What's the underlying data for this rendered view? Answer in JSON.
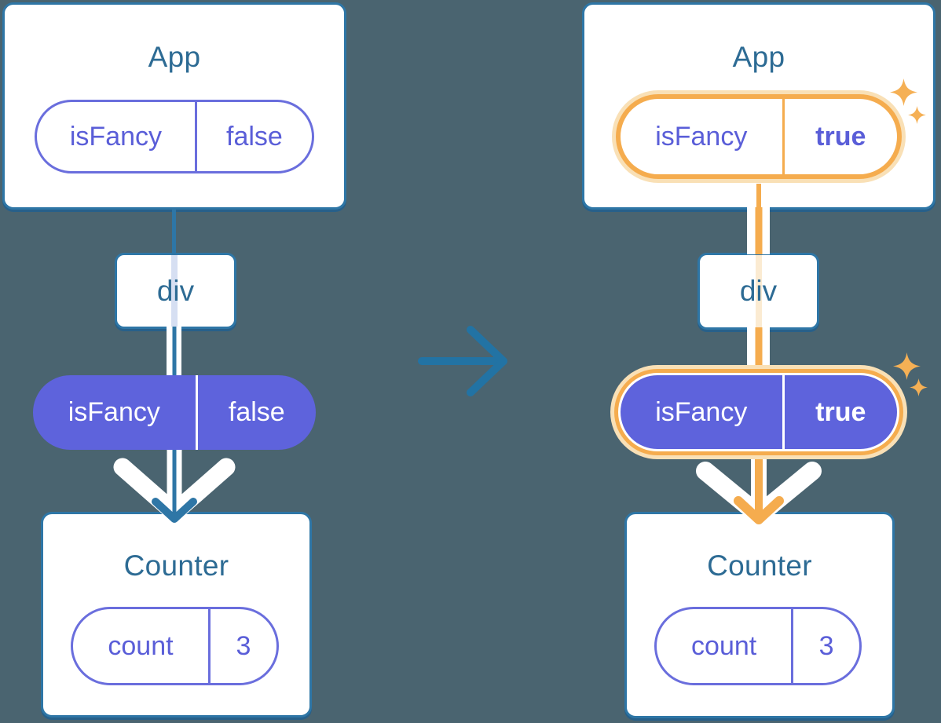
{
  "before": {
    "app_title": "App",
    "app_state": {
      "key": "isFancy",
      "value": "false"
    },
    "div_label": "div",
    "prop": {
      "key": "isFancy",
      "value": "false"
    },
    "counter_title": "Counter",
    "counter_state": {
      "key": "count",
      "value": "3"
    }
  },
  "after": {
    "app_title": "App",
    "app_state": {
      "key": "isFancy",
      "value": "true"
    },
    "div_label": "div",
    "prop": {
      "key": "isFancy",
      "value": "true"
    },
    "counter_title": "Counter",
    "counter_state": {
      "key": "count",
      "value": "3"
    }
  },
  "colors": {
    "background": "#4A6470",
    "stroke_blue": "#2E76A6",
    "heading_blue": "#2D6B94",
    "pill_purple": "#5E63DC",
    "purple_text": "#5A5ED8",
    "highlight_orange": "#F5AC4E",
    "highlight_halo": "#F9E0B6",
    "white": "#FFFFFF"
  },
  "icons": {
    "transition_arrow": "right-arrow",
    "flow_arrow": "down-chevron-arrow",
    "sparkle": "four-point-star"
  }
}
